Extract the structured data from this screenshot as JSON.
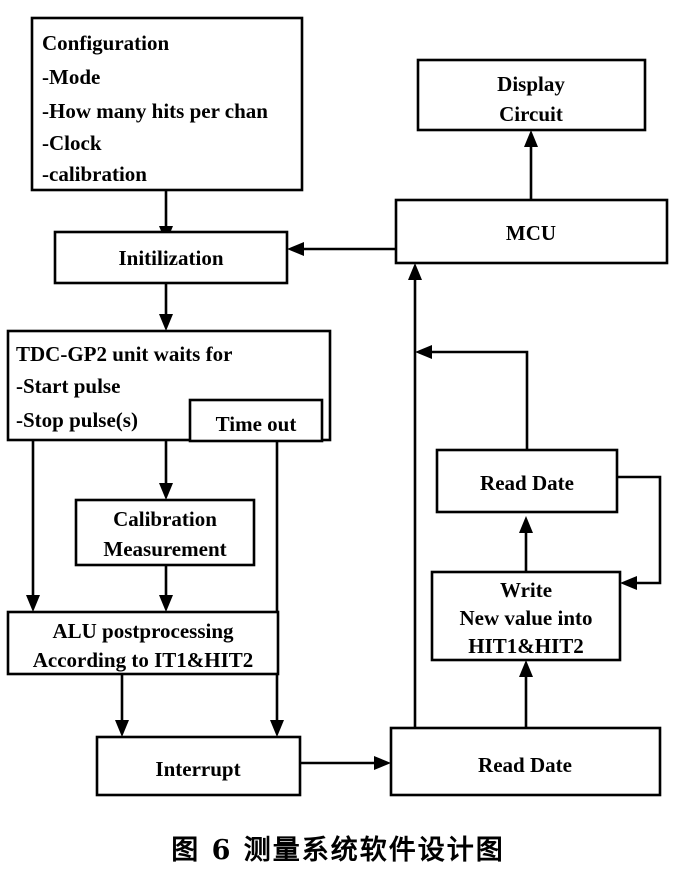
{
  "figure": {
    "caption": "图 6    测量系统软件设计图",
    "caption_label": "图 6",
    "caption_title": "测量系统软件设计图"
  },
  "chart_data": {
    "type": "diagram",
    "title": "测量系统软件设计图",
    "nodes": [
      {
        "id": "configuration",
        "lines": [
          "Configuration",
          "-Mode",
          "-How many hits per chan",
          "-Clock",
          "-calibration"
        ],
        "align": "left"
      },
      {
        "id": "initilization",
        "lines": [
          "Initilization"
        ],
        "align": "center"
      },
      {
        "id": "tdc-wait",
        "lines": [
          "TDC-GP2 unit waits for",
          "-Start pulse",
          "-Stop pulse(s)"
        ],
        "align": "left"
      },
      {
        "id": "time-out",
        "lines": [
          "Time out"
        ],
        "align": "center"
      },
      {
        "id": "calibration-measurement",
        "lines": [
          "Calibration",
          "Measurement"
        ],
        "align": "center"
      },
      {
        "id": "alu-postprocessing",
        "lines": [
          "ALU postprocessing",
          "According to IT1&HIT2"
        ],
        "align": "center"
      },
      {
        "id": "interrupt",
        "lines": [
          "Interrupt"
        ],
        "align": "center"
      },
      {
        "id": "read-date-bottom",
        "lines": [
          "Read Date"
        ],
        "align": "center"
      },
      {
        "id": "write-hit",
        "lines": [
          "Write",
          "New value into",
          "HIT1&HIT2"
        ],
        "align": "center"
      },
      {
        "id": "read-date-right",
        "lines": [
          "Read Date"
        ],
        "align": "center"
      },
      {
        "id": "mcu",
        "lines": [
          "MCU"
        ],
        "align": "center"
      },
      {
        "id": "display-circuit",
        "lines": [
          "Display",
          "Circuit"
        ],
        "align": "center"
      }
    ],
    "edges": [
      {
        "from": "configuration",
        "to": "initilization"
      },
      {
        "from": "initilization",
        "to": "tdc-wait"
      },
      {
        "from": "tdc-wait",
        "to": "calibration-measurement"
      },
      {
        "from": "tdc-wait",
        "to": "alu-postprocessing"
      },
      {
        "from": "calibration-measurement",
        "to": "alu-postprocessing"
      },
      {
        "from": "alu-postprocessing",
        "to": "interrupt"
      },
      {
        "from": "time-out",
        "to": "interrupt"
      },
      {
        "from": "interrupt",
        "to": "read-date-bottom"
      },
      {
        "from": "read-date-bottom",
        "to": "write-hit"
      },
      {
        "from": "read-date-bottom",
        "to": "mcu"
      },
      {
        "from": "write-hit",
        "to": "read-date-right"
      },
      {
        "from": "read-date-right",
        "to": "write-hit"
      },
      {
        "from": "read-date-right",
        "to": "mcu"
      },
      {
        "from": "mcu",
        "to": "initilization"
      },
      {
        "from": "mcu",
        "to": "display-circuit"
      }
    ],
    "colors": {
      "background": "#ffffff",
      "stroke": "#000000",
      "text": "#000000"
    }
  }
}
